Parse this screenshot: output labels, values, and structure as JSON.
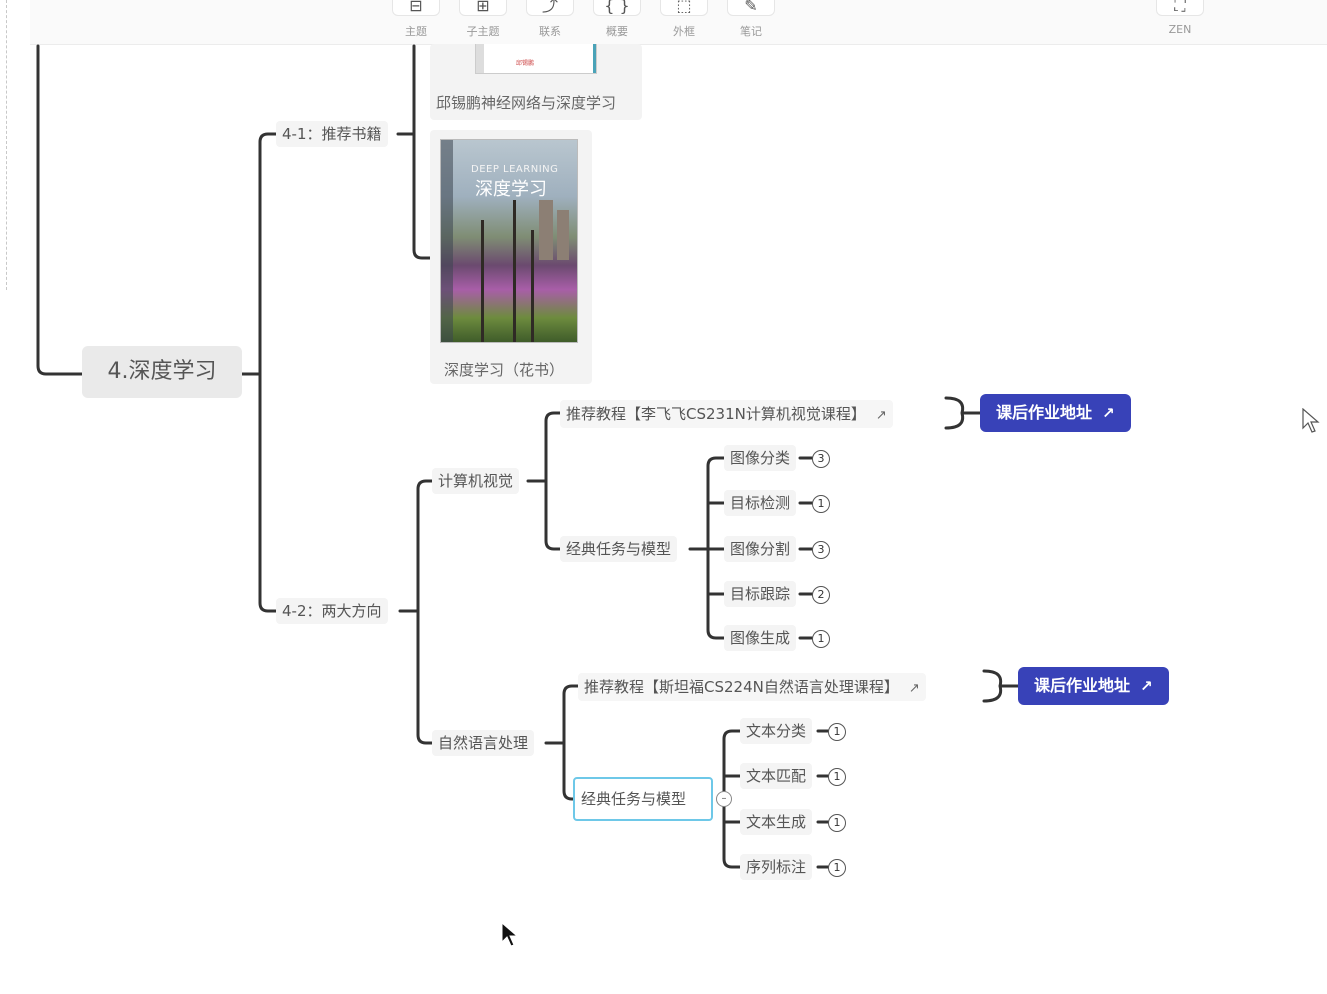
{
  "toolbar": {
    "items": [
      {
        "label": "主题",
        "icon": "topic-icon"
      },
      {
        "label": "子主题",
        "icon": "subtopic-icon"
      },
      {
        "label": "联系",
        "icon": "relationship-icon"
      },
      {
        "label": "概要",
        "icon": "summary-icon"
      },
      {
        "label": "外框",
        "icon": "boundary-icon"
      },
      {
        "label": "笔记",
        "icon": "note-icon"
      }
    ],
    "zen": {
      "label": "ZEN",
      "icon": "fullscreen-icon"
    }
  },
  "mindmap": {
    "root": "4.深度学习",
    "branch1": {
      "label": "4-1：推荐书籍",
      "books": [
        {
          "caption": "邱锡鹏神经网络与深度学习",
          "cover_mark": "邱锡鹏"
        },
        {
          "caption": "深度学习（花书）",
          "cover_en": "DEEP LEARNING",
          "cover_cn": "深度学习"
        }
      ]
    },
    "branch2": {
      "label": "4-2：两大方向",
      "cv": {
        "label": "计算机视觉",
        "course": "推荐教程【李飞飞CS231N计算机视觉课程】",
        "homework": "课后作业地址",
        "tasks_label": "经典任务与模型",
        "tasks": [
          {
            "label": "图像分类",
            "count": "3"
          },
          {
            "label": "目标检测",
            "count": "1"
          },
          {
            "label": "图像分割",
            "count": "3"
          },
          {
            "label": "目标跟踪",
            "count": "2"
          },
          {
            "label": "图像生成",
            "count": "1"
          }
        ]
      },
      "nlp": {
        "label": "自然语言处理",
        "course": "推荐教程【斯坦福CS224N自然语言处理课程】",
        "homework": "课后作业地址",
        "tasks_label": "经典任务与模型",
        "tasks": [
          {
            "label": "文本分类",
            "count": "1"
          },
          {
            "label": "文本匹配",
            "count": "1"
          },
          {
            "label": "文本生成",
            "count": "1"
          },
          {
            "label": "序列标注",
            "count": "1"
          }
        ]
      }
    }
  },
  "icons": {
    "external_link": "↗",
    "collapse": "–"
  },
  "colors": {
    "homework_button": "#3842b8",
    "selected_border": "#6ec8e8",
    "connector": "#333333"
  }
}
